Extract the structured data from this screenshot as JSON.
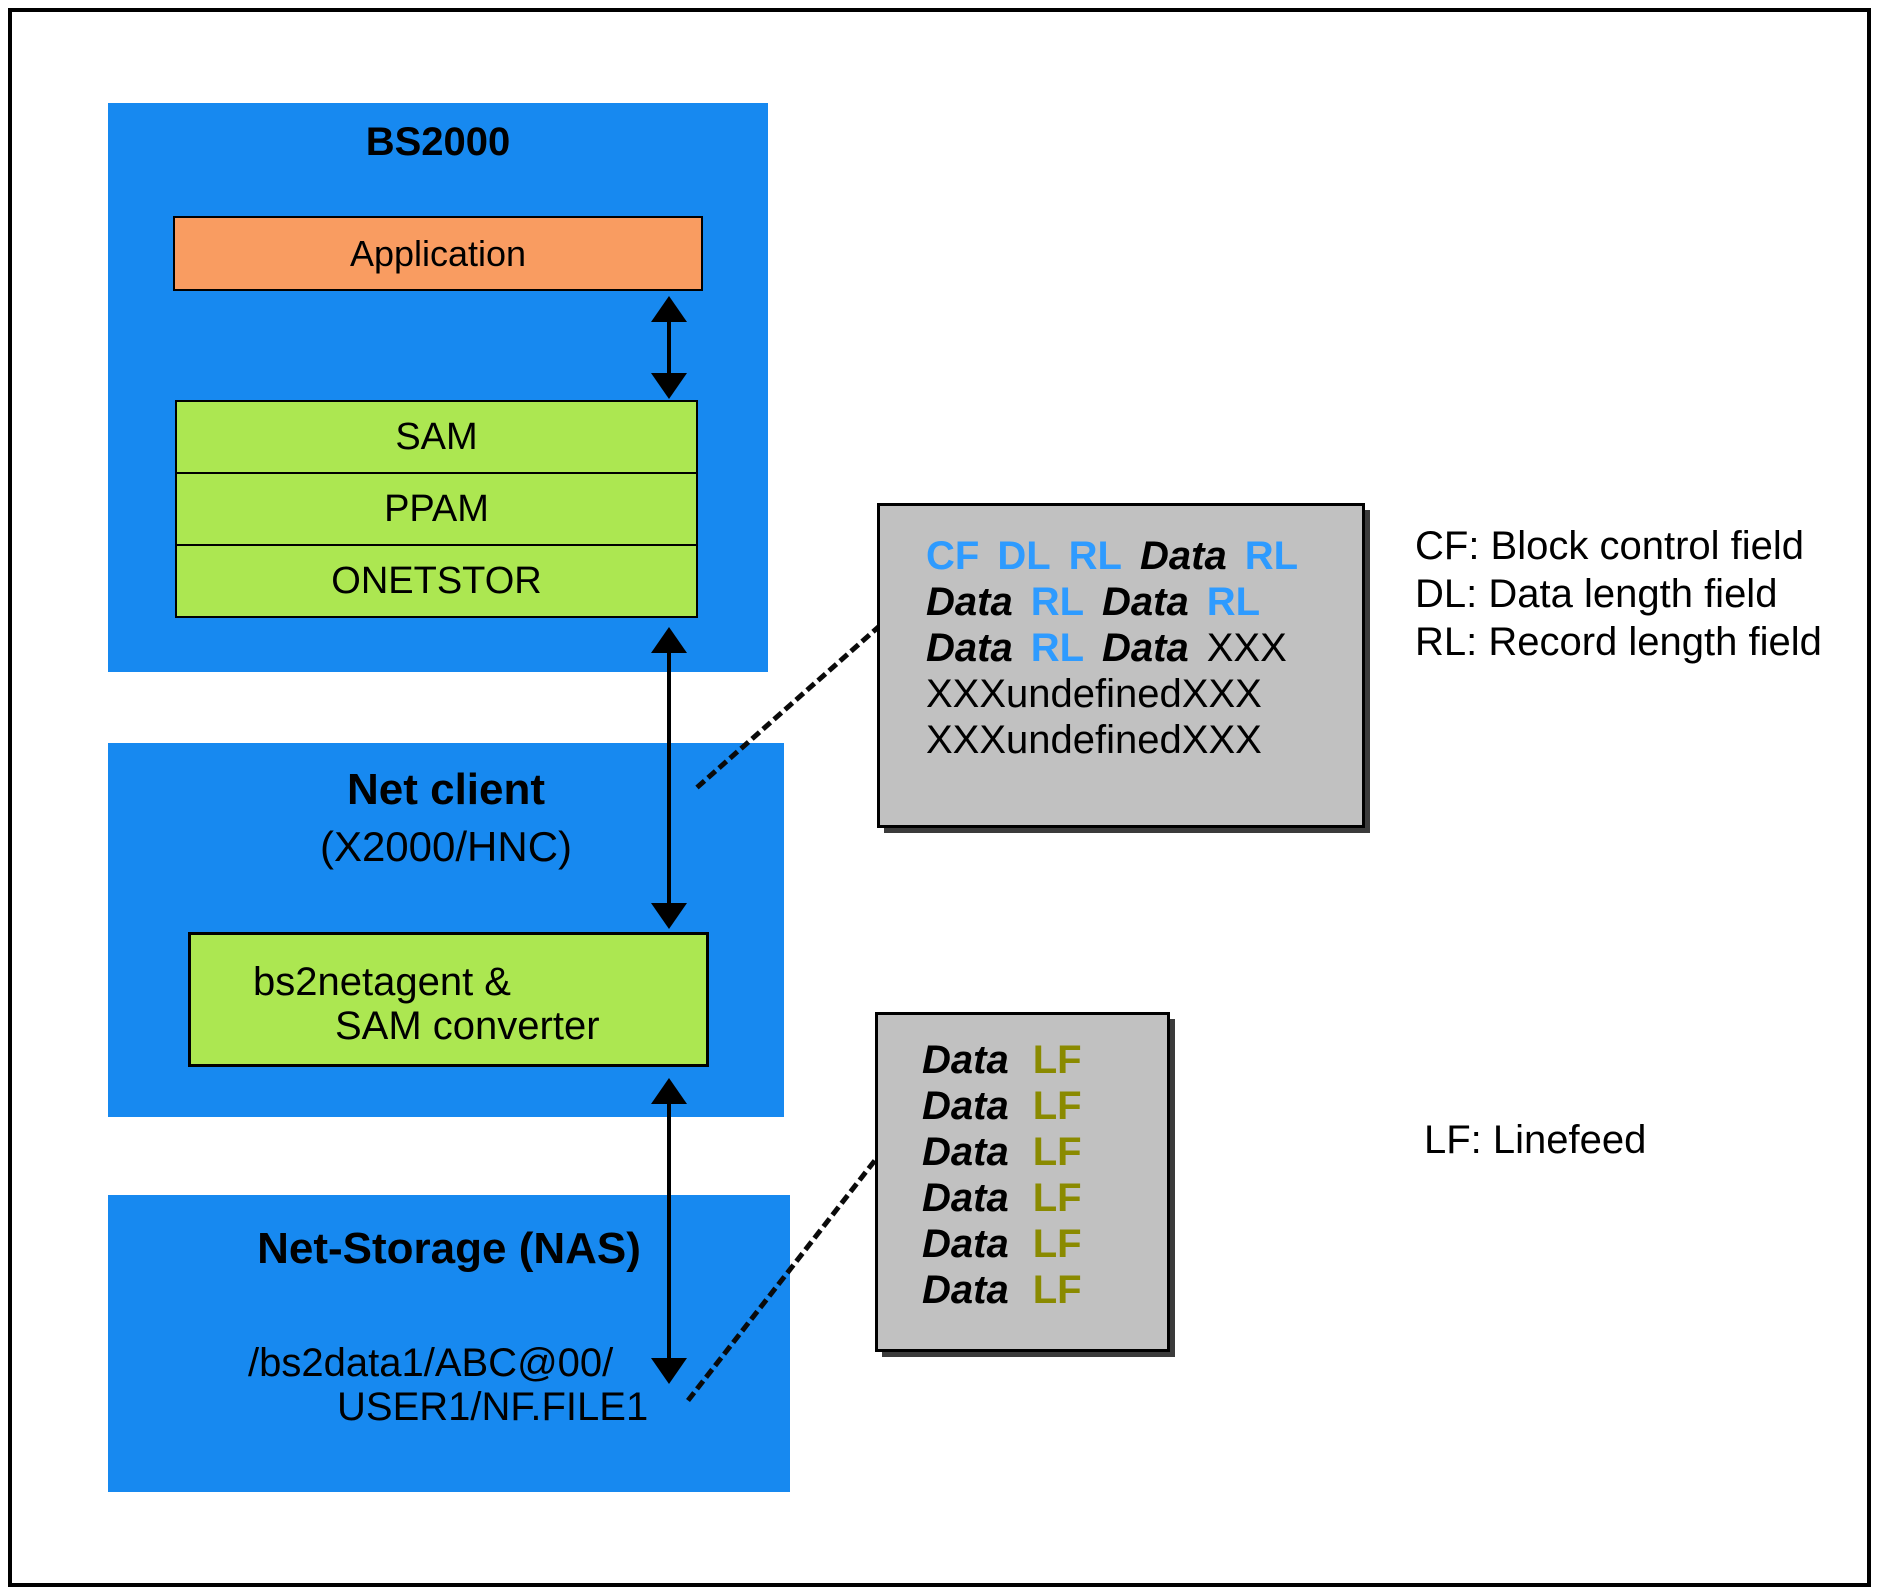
{
  "colors": {
    "frame_border": "#000000",
    "panel_blue": "#1789f0",
    "box_green": "#ace751",
    "box_orange": "#f99c61",
    "box_gray": "#c1c1c1",
    "field_blue": "#2e9bff",
    "linefeed_olive": "#8a8a00"
  },
  "bs2000": {
    "title": "BS2000",
    "application_label": "Application",
    "layers": [
      {
        "label": "SAM"
      },
      {
        "label": "PPAM"
      },
      {
        "label": "ONETSTOR"
      }
    ]
  },
  "net_client": {
    "title": "Net client",
    "subtitle": "(X2000/HNC)",
    "agent_line1": "bs2netagent &",
    "agent_line2": "SAM converter"
  },
  "net_storage": {
    "title": "Net-Storage (NAS)",
    "path_line1": "/bs2data1/ABC@00/",
    "path_line2": "USER1/NF.FILE1"
  },
  "sam_format_box": {
    "line1": {
      "t1": "CF",
      "t2": "DL",
      "t3": "RL",
      "t4": "Data",
      "t5": "RL"
    },
    "line2": {
      "t1": "Data",
      "t2": "RL",
      "t3": "Data",
      "t4": "RL"
    },
    "line3": {
      "t1": "Data",
      "t2": "RL",
      "t3": "Data",
      "t4": "XXX"
    },
    "line4": "XXXundefinedXXX",
    "line5": "XXXundefinedXXX"
  },
  "nas_format_box": {
    "rows": [
      {
        "data": "Data",
        "lf": "LF"
      },
      {
        "data": "Data",
        "lf": "LF"
      },
      {
        "data": "Data",
        "lf": "LF"
      },
      {
        "data": "Data",
        "lf": "LF"
      },
      {
        "data": "Data",
        "lf": "LF"
      },
      {
        "data": "Data",
        "lf": "LF"
      }
    ]
  },
  "legend_block_fields": {
    "line1": "CF: Block control field",
    "line2": "DL: Data length field",
    "line3": "RL: Record length field"
  },
  "legend_linefeed": {
    "line1": "LF: Linefeed"
  }
}
